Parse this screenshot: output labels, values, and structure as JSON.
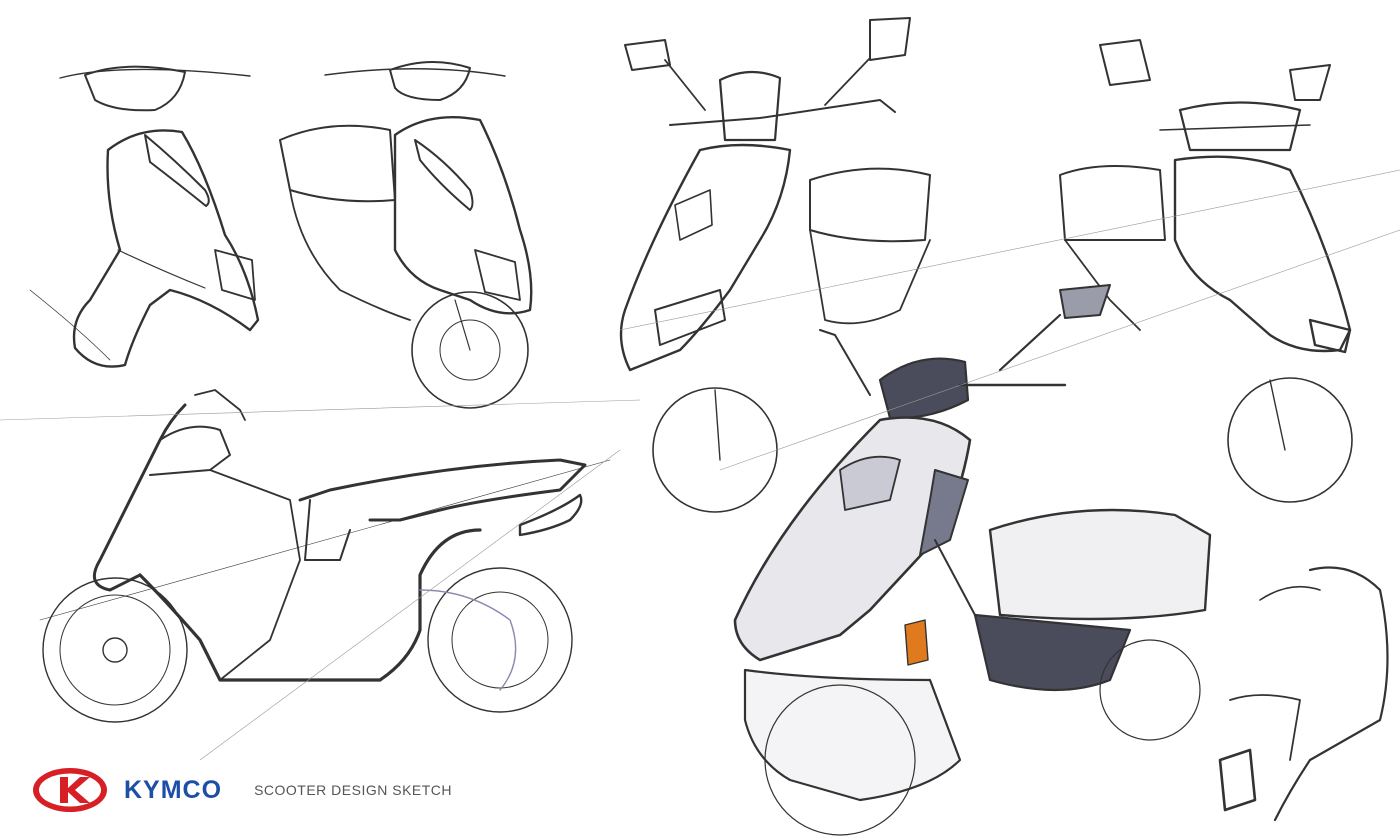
{
  "brand": {
    "name": "KYMCO",
    "caption": "SCOOTER DESIGN SKETCH"
  },
  "colors": {
    "brand_red": "#d71f26",
    "brand_blue": "#1d4fa6",
    "caption_gray": "#555555",
    "ink": "#333333",
    "marker_gray": "#8a8c99",
    "marker_orange": "#e07a1f"
  },
  "icons": [
    "kymco-logo-mark"
  ]
}
